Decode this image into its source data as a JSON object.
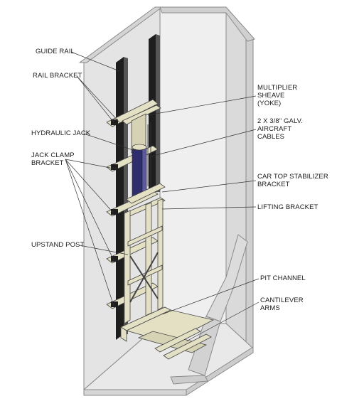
{
  "labels": {
    "guide_rail": "GUIDE RAIL",
    "rail_bracket": "RAIL BRACKET",
    "hydraulic_jack": "HYDRAULIC JACK",
    "jack_clamp_bracket": "JACK CLAMP\nBRACKET",
    "upstand_post": "UPSTAND POST",
    "multiplier_sheave": "MULTIPLIER\nSHEAVE\n(YOKE)",
    "aircraft_cables": "2 X 3/8\" GALV.\nAIRCRAFT\nCABLES",
    "car_top_stabilizer": "CAR TOP STABILIZER\nBRACKET",
    "lifting_bracket": "LIFTING BRACKET",
    "pit_channel": "PIT CHANNEL",
    "cantilever_arms": "CANTILEVER\nARMS"
  },
  "colors": {
    "hoistway_fill": "#e6e6e6",
    "hoistway_edge": "#8a8a8a",
    "frame_fill": "#e3e0c4",
    "rail_fill": "#1e1e1e",
    "jack_fill": "#2e2e6e"
  }
}
